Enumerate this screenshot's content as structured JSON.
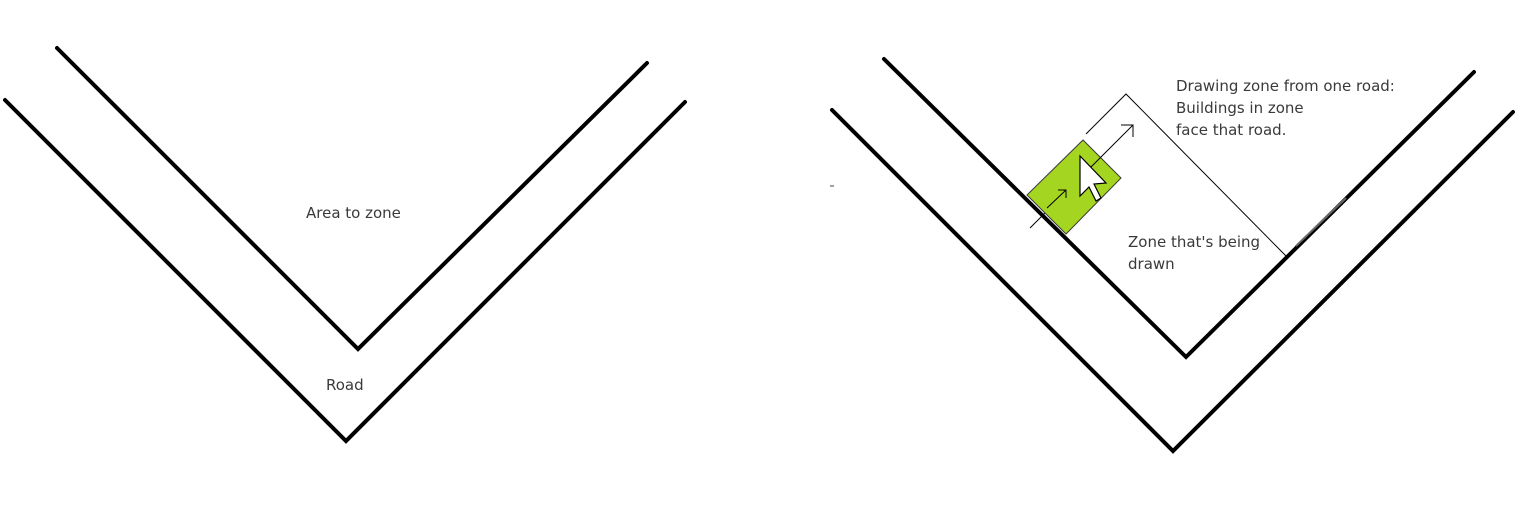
{
  "left_panel": {
    "area_label": "Area to zone",
    "road_label": "Road"
  },
  "right_panel": {
    "drawing_label_lines": [
      "Drawing zone from one road:",
      "Buildings in zone",
      "face that road."
    ],
    "zone_label_lines": [
      "Zone that's being",
      "drawn"
    ]
  },
  "colors": {
    "road": "#000000",
    "zone_fill": "#a4d520",
    "text": "#3a3a3a"
  },
  "icons": {
    "cursor": "mouse-pointer-icon",
    "arrow": "arrow-up-right-icon"
  }
}
